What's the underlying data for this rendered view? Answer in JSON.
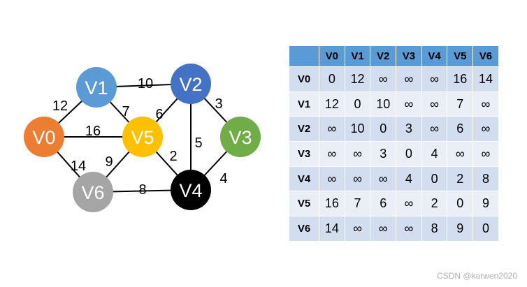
{
  "graph": {
    "nodes": [
      {
        "id": "V0",
        "label": "V0",
        "color": "#ed7d31"
      },
      {
        "id": "V1",
        "label": "V1",
        "color": "#5b9bd5"
      },
      {
        "id": "V2",
        "label": "V2",
        "color": "#4472c4"
      },
      {
        "id": "V3",
        "label": "V3",
        "color": "#70ad47"
      },
      {
        "id": "V4",
        "label": "V4",
        "color": "#000000"
      },
      {
        "id": "V5",
        "label": "V5",
        "color": "#ffc000"
      },
      {
        "id": "V6",
        "label": "V6",
        "color": "#a5a5a5"
      }
    ],
    "edges": [
      {
        "from": "V0",
        "to": "V1",
        "weight": "12"
      },
      {
        "from": "V1",
        "to": "V2",
        "weight": "10"
      },
      {
        "from": "V2",
        "to": "V3",
        "weight": "3"
      },
      {
        "from": "V0",
        "to": "V5",
        "weight": "16"
      },
      {
        "from": "V1",
        "to": "V5",
        "weight": "7"
      },
      {
        "from": "V2",
        "to": "V5",
        "weight": "6"
      },
      {
        "from": "V2",
        "to": "V4",
        "weight": "5"
      },
      {
        "from": "V5",
        "to": "V4",
        "weight": "2"
      },
      {
        "from": "V5",
        "to": "V6",
        "weight": "9"
      },
      {
        "from": "V0",
        "to": "V6",
        "weight": "14"
      },
      {
        "from": "V3",
        "to": "V4",
        "weight": "4"
      },
      {
        "from": "V6",
        "to": "V4",
        "weight": "8"
      }
    ]
  },
  "matrix": {
    "column_headers": [
      "V0",
      "V1",
      "V2",
      "V3",
      "V4",
      "V5",
      "V6"
    ],
    "rows": [
      {
        "label": "V0",
        "cells": [
          "0",
          "12",
          "∞",
          "∞",
          "∞",
          "16",
          "14"
        ]
      },
      {
        "label": "V1",
        "cells": [
          "12",
          "0",
          "10",
          "∞",
          "∞",
          "7",
          "∞"
        ]
      },
      {
        "label": "V2",
        "cells": [
          "∞",
          "10",
          "0",
          "3",
          "∞",
          "6",
          "∞"
        ]
      },
      {
        "label": "V3",
        "cells": [
          "∞",
          "∞",
          "3",
          "0",
          "4",
          "∞",
          "∞"
        ]
      },
      {
        "label": "V4",
        "cells": [
          "∞",
          "∞",
          "∞",
          "4",
          "0",
          "2",
          "8"
        ]
      },
      {
        "label": "V5",
        "cells": [
          "16",
          "7",
          "6",
          "∞",
          "2",
          "0",
          "9"
        ]
      },
      {
        "label": "V6",
        "cells": [
          "14",
          "∞",
          "∞",
          "∞",
          "8",
          "9",
          "0"
        ]
      }
    ]
  },
  "watermark": "CSDN @karwen2020"
}
